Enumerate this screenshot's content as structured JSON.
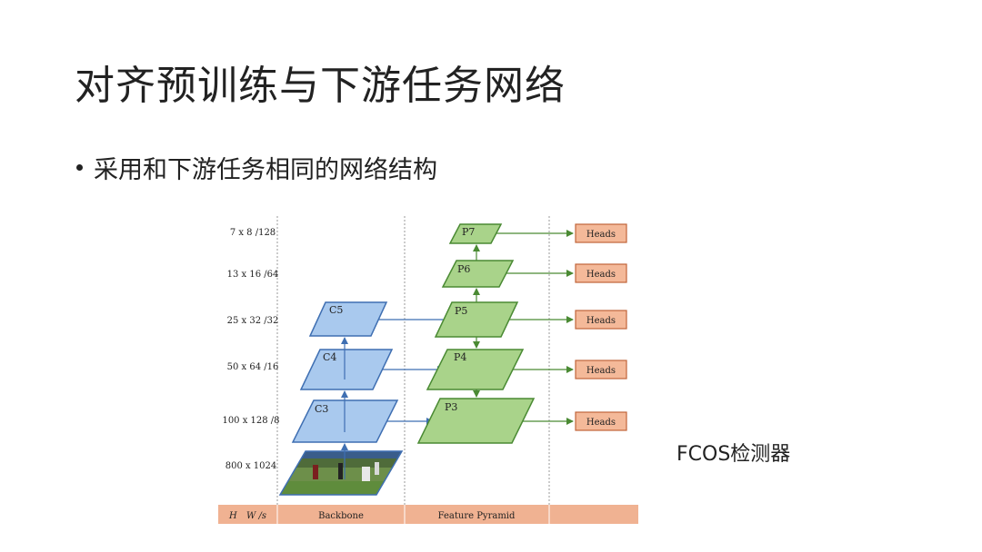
{
  "title": "对齐预训练与下游任务网络",
  "bullet": "采用和下游任务相同的网络结构",
  "caption": "FCOS检测器",
  "diagram": {
    "rows": [
      "7 x 8 /128",
      "13 x 16 /64",
      "25 x 32 /32",
      "50 x 64 /16",
      "100 x 128 /8",
      "800 x 1024"
    ],
    "backbone": [
      "C5",
      "C4",
      "C3"
    ],
    "pyramid": [
      "P7",
      "P6",
      "P5",
      "P4",
      "P3"
    ],
    "head_label": "Heads",
    "footer": {
      "col1_h": "H",
      "col1_w": "W /s",
      "col2": "Backbone",
      "col3": "Feature Pyramid"
    },
    "colors": {
      "backbone_fill": "#a9c9ee",
      "backbone_stroke": "#3f6fb2",
      "pyramid_fill": "#a9d38a",
      "pyramid_stroke": "#4a8a33",
      "heads_fill": "#f4b999",
      "heads_stroke": "#c0643a",
      "footer_fill": "#f0b292"
    }
  }
}
